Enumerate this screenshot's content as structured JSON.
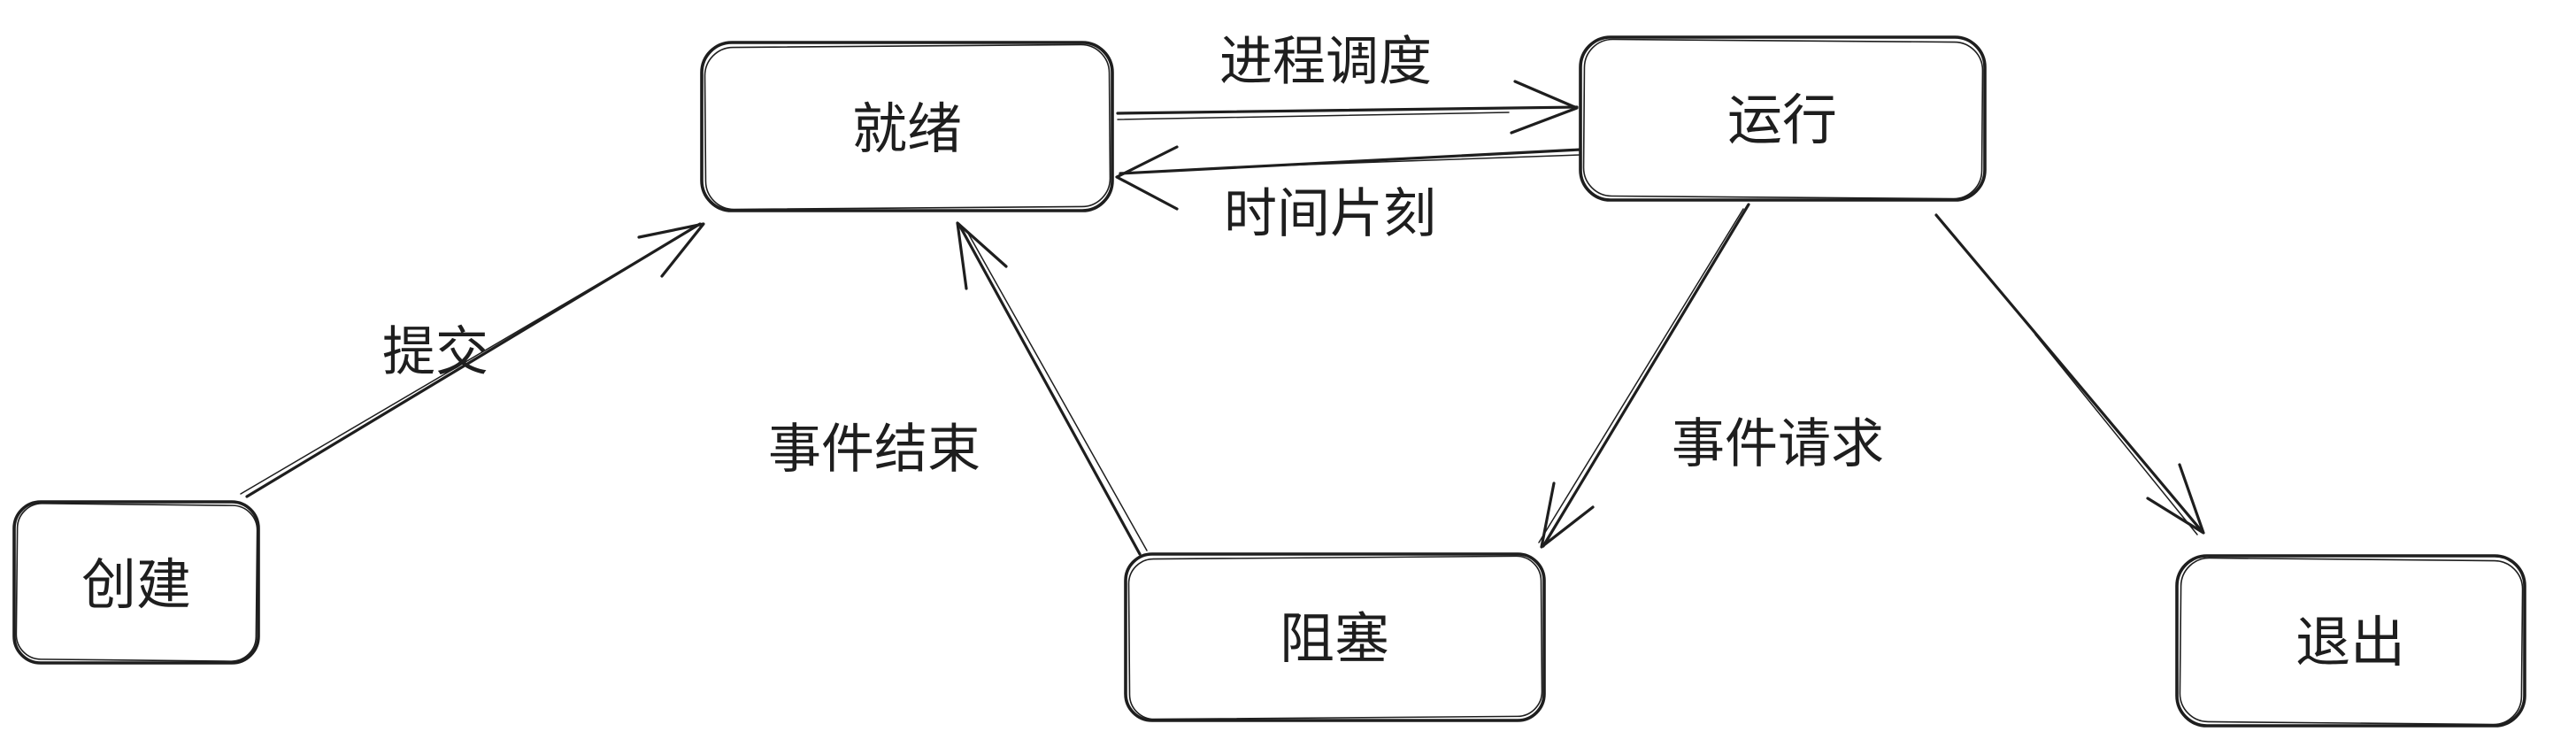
{
  "canvas": {
    "background_color": "#ffffff",
    "stroke_color": "#1e1e1e"
  },
  "diagram": {
    "type": "state-transition-diagram",
    "style": "hand-drawn",
    "nodes": [
      {
        "id": "create",
        "label": "创建"
      },
      {
        "id": "ready",
        "label": "就绪"
      },
      {
        "id": "running",
        "label": "运行"
      },
      {
        "id": "blocked",
        "label": "阻塞"
      },
      {
        "id": "exit",
        "label": "退出"
      }
    ],
    "edges": [
      {
        "from": "create",
        "to": "ready",
        "label": "提交"
      },
      {
        "from": "ready",
        "to": "running",
        "label": "进程调度"
      },
      {
        "from": "running",
        "to": "ready",
        "label": "时间片刻"
      },
      {
        "from": "blocked",
        "to": "ready",
        "label": "事件结束"
      },
      {
        "from": "running",
        "to": "blocked",
        "label": "事件请求"
      },
      {
        "from": "running",
        "to": "exit",
        "label": ""
      }
    ]
  }
}
